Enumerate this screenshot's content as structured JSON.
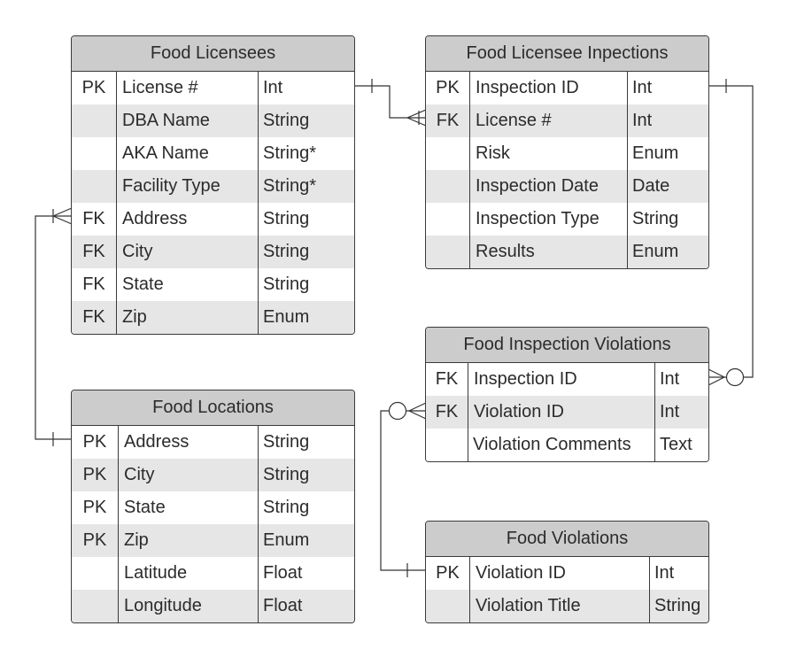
{
  "tables": {
    "licensees": {
      "title": "Food Licensees",
      "rows": [
        {
          "key": "PK",
          "name": "License #",
          "type": "Int"
        },
        {
          "key": "",
          "name": "DBA Name",
          "type": "String"
        },
        {
          "key": "",
          "name": "AKA Name",
          "type": "String*"
        },
        {
          "key": "",
          "name": "Facility Type",
          "type": "String*"
        },
        {
          "key": "FK",
          "name": "Address",
          "type": "String"
        },
        {
          "key": "FK",
          "name": "City",
          "type": "String"
        },
        {
          "key": "FK",
          "name": "State",
          "type": "String"
        },
        {
          "key": "FK",
          "name": "Zip",
          "type": "Enum"
        }
      ]
    },
    "inspections": {
      "title": "Food Licensee Inpections",
      "rows": [
        {
          "key": "PK",
          "name": "Inspection ID",
          "type": "Int"
        },
        {
          "key": "FK",
          "name": "License #",
          "type": "Int"
        },
        {
          "key": "",
          "name": "Risk",
          "type": "Enum"
        },
        {
          "key": "",
          "name": "Inspection Date",
          "type": "Date"
        },
        {
          "key": "",
          "name": "Inspection Type",
          "type": "String"
        },
        {
          "key": "",
          "name": "Results",
          "type": "Enum"
        }
      ]
    },
    "locations": {
      "title": "Food Locations",
      "rows": [
        {
          "key": "PK",
          "name": "Address",
          "type": "String"
        },
        {
          "key": "PK",
          "name": "City",
          "type": "String"
        },
        {
          "key": "PK",
          "name": "State",
          "type": "String"
        },
        {
          "key": "PK",
          "name": "Zip",
          "type": "Enum"
        },
        {
          "key": "",
          "name": "Latitude",
          "type": "Float"
        },
        {
          "key": "",
          "name": "Longitude",
          "type": "Float"
        }
      ]
    },
    "inspection_violations": {
      "title": "Food Inspection Violations",
      "rows": [
        {
          "key": "FK",
          "name": "Inspection ID",
          "type": "Int"
        },
        {
          "key": "FK",
          "name": "Violation ID",
          "type": "Int"
        },
        {
          "key": "",
          "name": "Violation Comments",
          "type": "Text"
        }
      ]
    },
    "violations": {
      "title": "Food Violations",
      "rows": [
        {
          "key": "PK",
          "name": "Violation ID",
          "type": "Int"
        },
        {
          "key": "",
          "name": "Violation Title",
          "type": "String"
        }
      ]
    }
  },
  "colors": {
    "header": "#cccccc",
    "stripe": "#e6e6e6",
    "border": "#3a3a3a"
  }
}
